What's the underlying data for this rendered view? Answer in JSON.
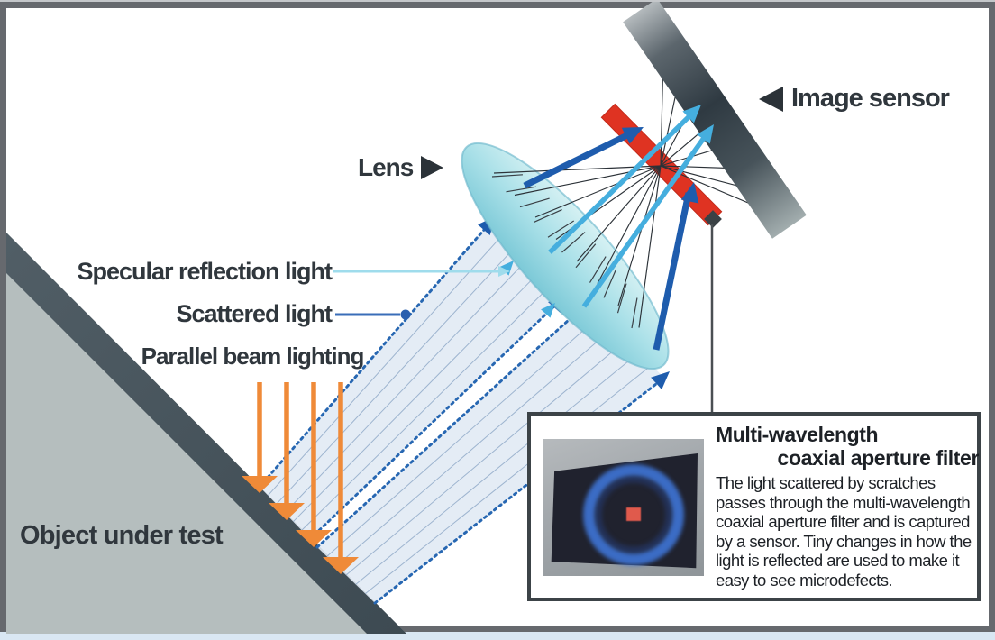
{
  "labels": {
    "image_sensor": "Image sensor",
    "lens": "Lens",
    "specular": "Specular reflection light",
    "scattered": "Scattered light",
    "parallel": "Parallel beam lighting",
    "object": "Object under test"
  },
  "inset": {
    "title_line1": "Multi-wavelength",
    "title_line2": "coaxial aperture filter",
    "body": "The light scattered by scratches passes through the multi-wavelength coaxial aperture filter and is captured by a sensor. Tiny changes in how the light is reflected are used to make it easy to see microdefects."
  },
  "colors": {
    "frame": "#66696e",
    "bottom_strip": "#d9e7f3",
    "text": "#30373d",
    "orange": "#ef8a38",
    "beam_fill": "#e7eef7",
    "beam_line": "#9db4cf",
    "beam_edge": "#2767b2",
    "dark_arrow": "#1e5cad",
    "cyan_arrow": "#45aede",
    "leader_cyan": "#9fdcec",
    "leader_blue": "#3a6db8",
    "lens_light": "#d6f1f3",
    "lens_mid": "#a9e0e8",
    "lens_dark": "#7cc9d7",
    "filter_red": "#df3322",
    "knob_dark": "#3a4145",
    "sensor_dark": "#2f3a42",
    "sensor_light": "#b4babd",
    "ray": "#2c3238",
    "object_fill": "#b5bebe",
    "object_edge_dark": "#3d4a52",
    "object_edge_light": "#515e66",
    "ring_blue": "#3b6cc5",
    "defect_red": "#e05a4c"
  }
}
